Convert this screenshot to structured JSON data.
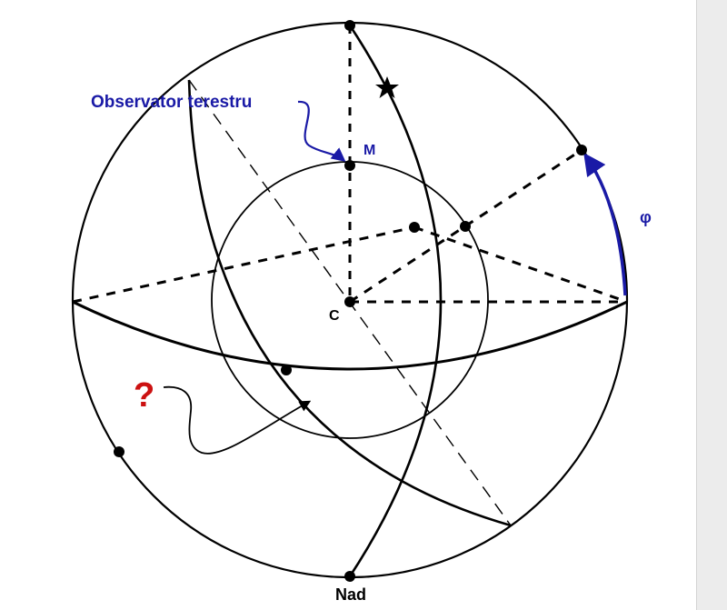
{
  "labels": {
    "observer": "Observator terestru",
    "zenith_point": "M",
    "center": "C",
    "nadir": "Nad",
    "latitude_symbol": "φ",
    "question": "?"
  },
  "colors": {
    "annotation_blue": "#1a1aa6",
    "question_red": "#cc1111",
    "line": "#000000",
    "side_panel": "#ececec"
  },
  "icons": {
    "star": "star-icon",
    "latitude_arrow": "arc-arrow-icon"
  }
}
